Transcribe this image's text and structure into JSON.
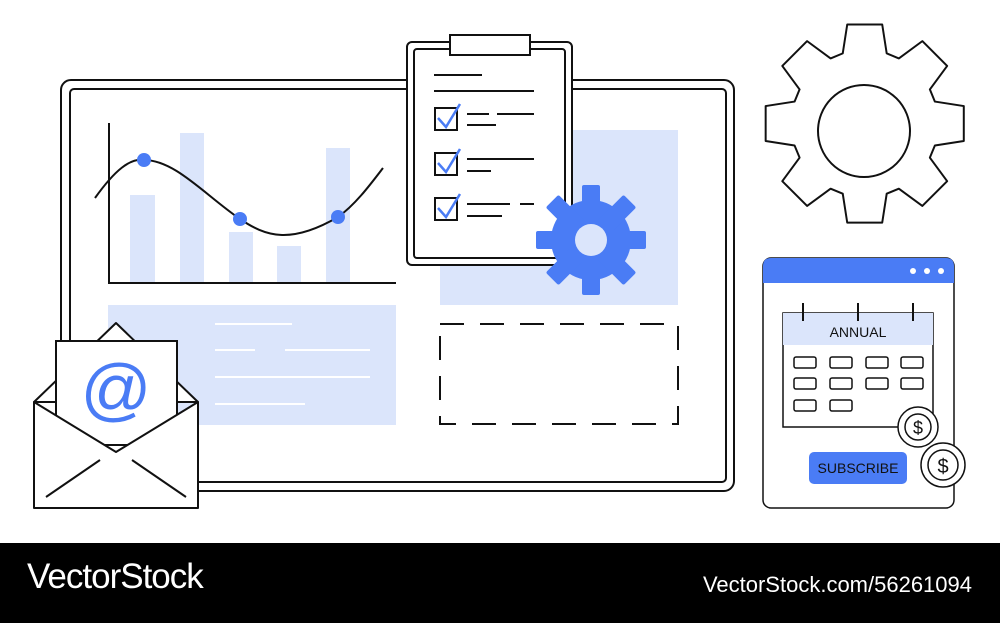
{
  "email": {
    "symbol": "@"
  },
  "calendar": {
    "label": "ANNUAL",
    "button_label": "SUBSCRIBE",
    "coin_symbol": "$"
  },
  "watermark": {
    "brand": "VectorStock",
    "url": "VectorStock.com/56261094"
  },
  "colors": {
    "accent": "#4a7cf5",
    "light": "#dbe5fb",
    "line": "#111111"
  },
  "icons": [
    "dashboard-board",
    "line-bar-chart",
    "clipboard-checklist",
    "blue-gear-icon",
    "gear-outline-icon",
    "email-envelope-icon",
    "calendar-subscription-window",
    "dollar-coin-icon"
  ]
}
